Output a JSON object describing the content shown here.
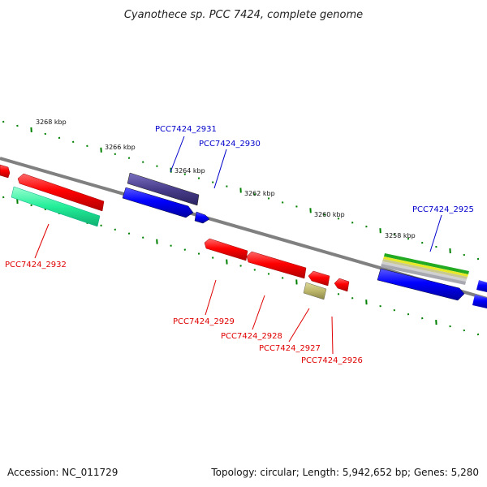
{
  "title": "Cyanothece sp. PCC 7424, complete genome",
  "footer": {
    "accession": "Accession: NC_011729",
    "topology": "Topology: circular; Length: 5,942,652 bp; Genes: 5,280"
  },
  "kbp_labels": [
    "3268 kbp",
    "3266 kbp",
    "3264 kbp",
    "3262 kbp",
    "3260 kbp",
    "3258 kbp"
  ],
  "gene_labels": {
    "g2931": "PCC7424_2931",
    "g2930": "PCC7424_2930",
    "g2925": "PCC7424_2925",
    "g2932": "PCC7424_2932",
    "g2929": "PCC7424_2929",
    "g2928": "PCC7424_2928",
    "g2927": "PCC7424_2927",
    "g2926": "PCC7424_2926"
  },
  "colors": {
    "backbone": "#808080",
    "tick": "#008000",
    "red_gene": "#ff0000",
    "blue_gene": "#0000ff",
    "navy_gene": "#483d8b",
    "teal_gene": "#00fa9a",
    "khaki_gene": "#bdb76b",
    "label_red": "#e00000",
    "label_blue": "#0000cc"
  }
}
